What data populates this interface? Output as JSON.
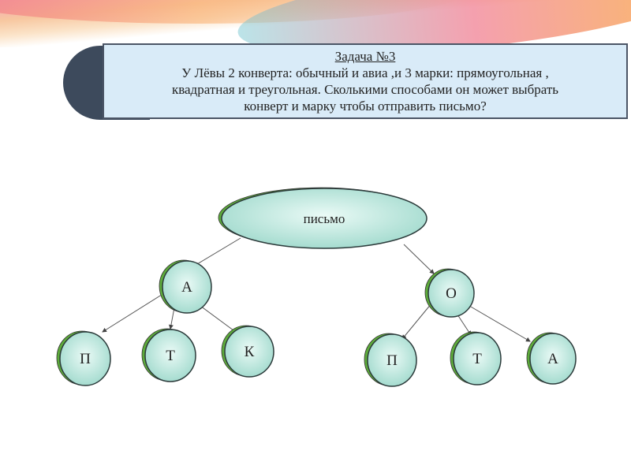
{
  "task": {
    "title": "Задача №3",
    "lines": [
      "У Лёвы 2 конверта: обычный и авиа ,и 3 марки: прямоугольная ,",
      "квадратная и треугольная. Сколькими способами он может выбрать",
      "конверт и марку чтобы отправить письмо?"
    ]
  },
  "tree": {
    "root": "письмо",
    "left": {
      "label": "А",
      "children": [
        "П",
        "Т",
        "К"
      ]
    },
    "right": {
      "label": "О",
      "children": [
        "П",
        "Т",
        "А"
      ]
    }
  },
  "colors": {
    "node_fill": "#bfe9e0",
    "node_edge": "#5dab3a",
    "box_fill": "#d9ebf8",
    "tab": "#3d4a5c"
  }
}
